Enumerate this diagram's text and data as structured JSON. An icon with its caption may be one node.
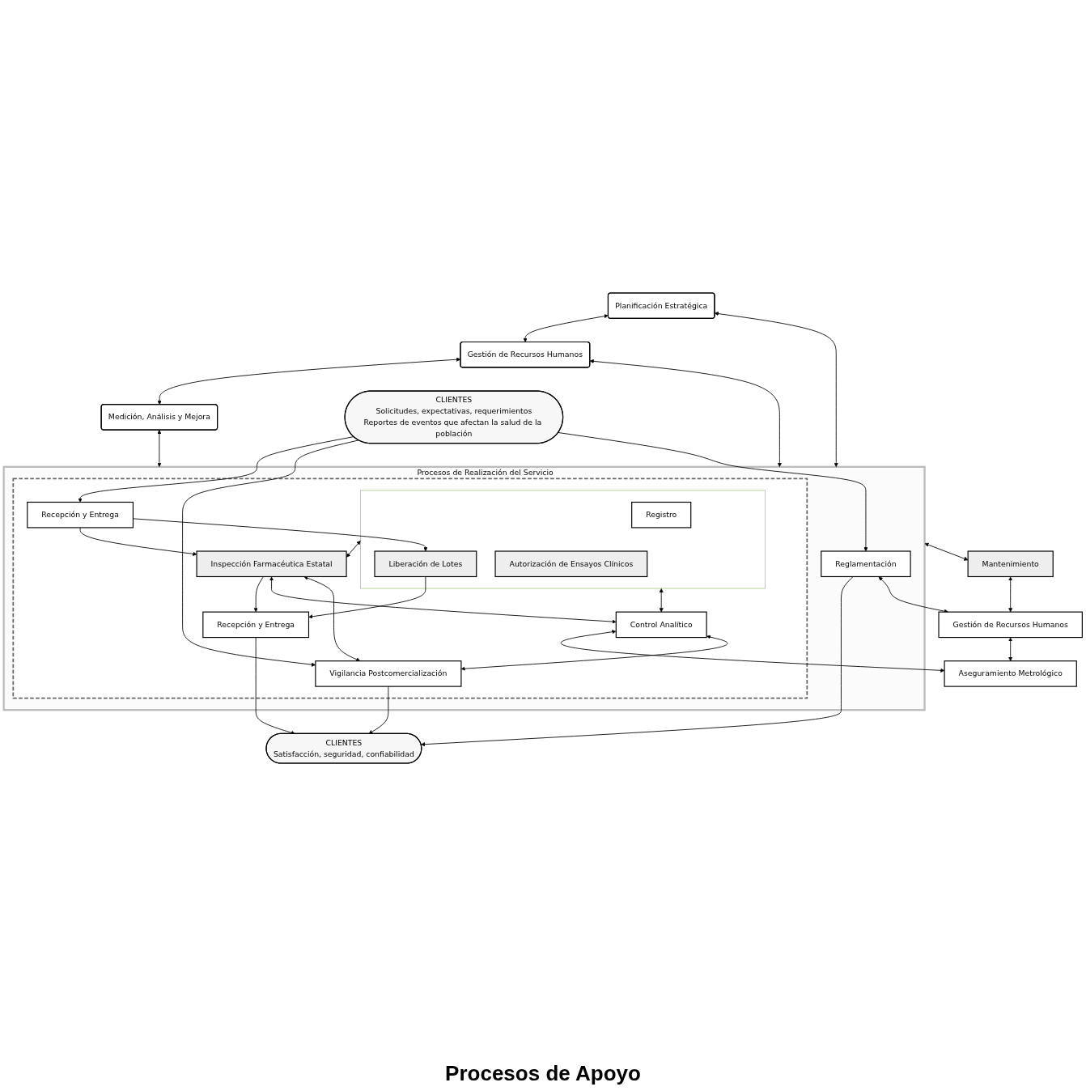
{
  "diagram": {
    "nodes": [
      {
        "text": [
          "Planificación Estratégica"
        ]
      },
      {
        "text": [
          "Gestión de Recursos Humanos"
        ]
      },
      {
        "text": [
          "Medición, Análisis y Mejora"
        ]
      },
      {
        "text": [
          "CLIENTES",
          "Solicitudes, expectativas, requerimientos",
          "Reportes de eventos que afectan la salud de la población"
        ]
      },
      {
        "text": [
          "Procesos de Realización del Servicio"
        ]
      },
      {
        "text": [],
        "shape": "box",
        "in": 4
      },
      {
        "text": [],
        "shape": "box",
        "in": 5
      },
      {
        "text": [
          "Registro"
        ],
        "in": 6
      },
      {
        "text": [
          "Liberación de Lotes"
        ],
        "in": 6
      },
      {
        "text": [
          "Autorización de Ensayos Clínicos"
        ],
        "in": 6
      },
      {
        "text": [
          "Recepción y Entrega"
        ],
        "in": 5
      },
      {
        "text": [
          "Recepción y Entrega"
        ],
        "in": 5
      },
      {
        "text": [
          "Inspección Farmacéutica Estatal"
        ],
        "in": 5
      },
      {
        "text": [
          "Control Analítico"
        ],
        "in": 5
      },
      {
        "text": [
          "Vigilancia Postcomercialización"
        ],
        "in": 5
      },
      {
        "text": [
          "Reglamentación"
        ],
        "in": 4
      },
      {
        "text": [
          "CLIENTES",
          "Satisfacción, seguridad, confiabilidad"
        ]
      },
      {
        "text": [
          "Mantenimiento"
        ]
      },
      {
        "text": [
          "Gestión de Recursos Humanos"
        ]
      },
      {
        "text": [
          "Aseguramiento Metrológico"
        ]
      }
    ],
    "edges": [
      {
        "from": 0,
        "to": 1,
        "arrow": "both"
      },
      {
        "from": 1,
        "to": 2,
        "arrow": "both"
      },
      {
        "from": 0,
        "to": 4,
        "arrow": "both"
      },
      {
        "from": 1,
        "to": 4,
        "arrow": "both"
      },
      {
        "from": 2,
        "to": 4,
        "arrow": "both"
      },
      {
        "from": 3,
        "to": 10,
        "arrow": "to"
      },
      {
        "from": 10,
        "to": 8,
        "arrow": "to"
      },
      {
        "from": 8,
        "to": 11,
        "arrow": "to"
      },
      {
        "from": 11,
        "to": 16,
        "arrow": "to"
      },
      {
        "from": 10,
        "to": 12,
        "arrow": "to"
      },
      {
        "from": 6,
        "to": 12,
        "arrow": "both"
      },
      {
        "from": 6,
        "to": 13,
        "arrow": "both"
      },
      {
        "from": 12,
        "to": 11,
        "arrow": "to"
      },
      {
        "from": 12,
        "to": 13,
        "arrow": "both"
      },
      {
        "from": 13,
        "to": 19,
        "arrow": "both"
      },
      {
        "from": 12,
        "to": 14,
        "arrow": "both"
      },
      {
        "from": 13,
        "to": 14,
        "arrow": "both"
      },
      {
        "from": 3,
        "to": 14,
        "arrow": "to"
      },
      {
        "from": 14,
        "to": 16,
        "arrow": "to"
      },
      {
        "from": 3,
        "to": 15,
        "arrow": "to"
      },
      {
        "from": 15,
        "to": 16,
        "arrow": "to"
      },
      {
        "from": 4,
        "to": 17,
        "arrow": "both"
      },
      {
        "from": 15,
        "to": 18,
        "arrow": "both"
      },
      {
        "from": 17,
        "to": 18,
        "arrow": "both"
      },
      {
        "from": 18,
        "to": 19,
        "arrow": "both"
      }
    ],
    "labels": [
      "Procesos de Apoyo"
    ]
  }
}
